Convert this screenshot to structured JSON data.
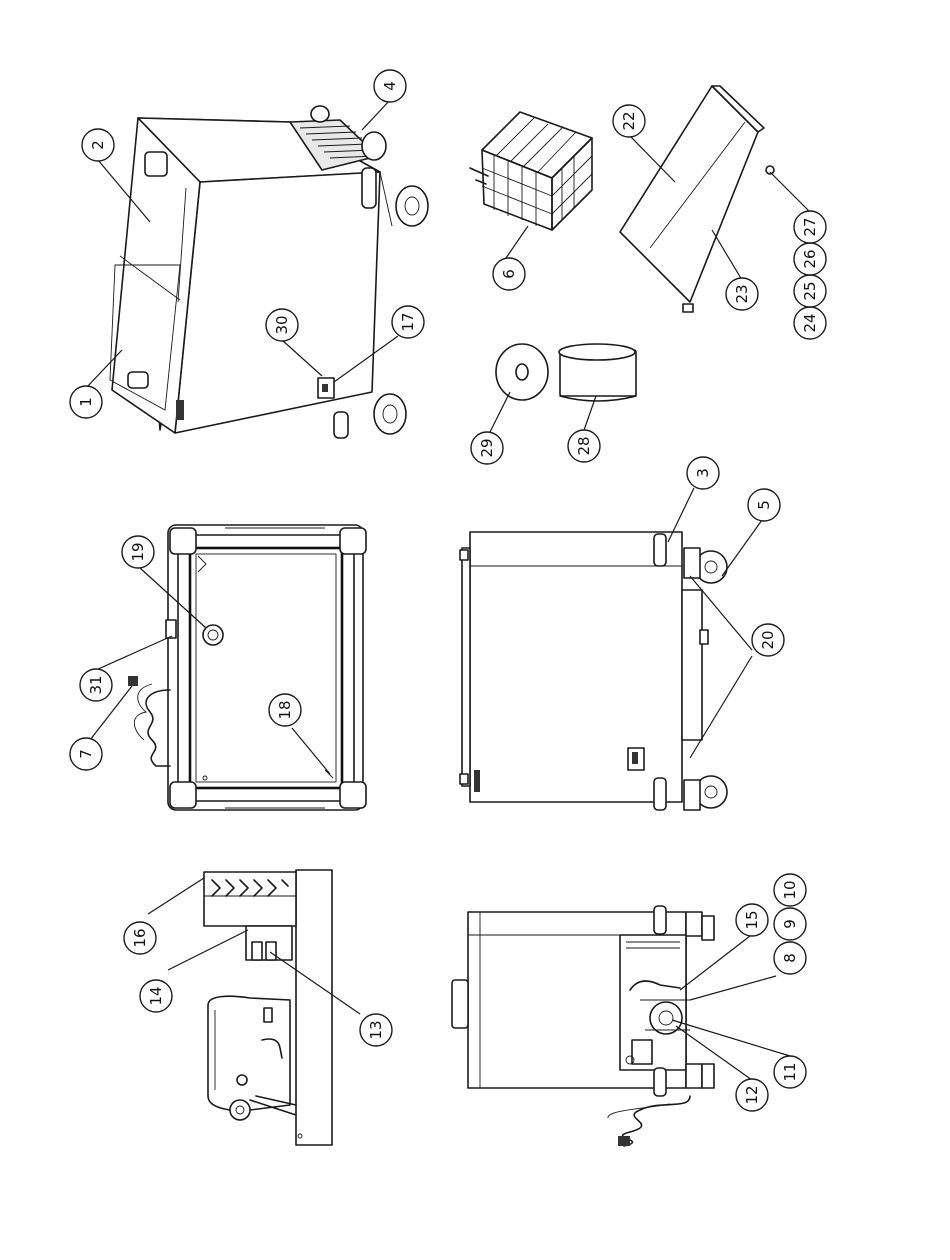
{
  "callouts": [
    {
      "id": "c1",
      "label": "1"
    },
    {
      "id": "c2",
      "label": "2"
    },
    {
      "id": "c3",
      "label": "3"
    },
    {
      "id": "c4",
      "label": "4"
    },
    {
      "id": "c5",
      "label": "5"
    },
    {
      "id": "c6",
      "label": "6"
    },
    {
      "id": "c7",
      "label": "7"
    },
    {
      "id": "c8",
      "label": "8"
    },
    {
      "id": "c9",
      "label": "9"
    },
    {
      "id": "c10",
      "label": "10"
    },
    {
      "id": "c11",
      "label": "11"
    },
    {
      "id": "c12",
      "label": "12"
    },
    {
      "id": "c13",
      "label": "13"
    },
    {
      "id": "c14",
      "label": "14"
    },
    {
      "id": "c15",
      "label": "15"
    },
    {
      "id": "c16",
      "label": "16"
    },
    {
      "id": "c17",
      "label": "17"
    },
    {
      "id": "c18",
      "label": "18"
    },
    {
      "id": "c19",
      "label": "19"
    },
    {
      "id": "c20",
      "label": "20"
    },
    {
      "id": "c22",
      "label": "22"
    },
    {
      "id": "c23",
      "label": "23"
    },
    {
      "id": "c24",
      "label": "24"
    },
    {
      "id": "c25",
      "label": "25"
    },
    {
      "id": "c26",
      "label": "26"
    },
    {
      "id": "c27",
      "label": "27"
    },
    {
      "id": "c28",
      "label": "28"
    },
    {
      "id": "c29",
      "label": "29"
    },
    {
      "id": "c30",
      "label": "30"
    },
    {
      "id": "c31",
      "label": "31"
    }
  ]
}
